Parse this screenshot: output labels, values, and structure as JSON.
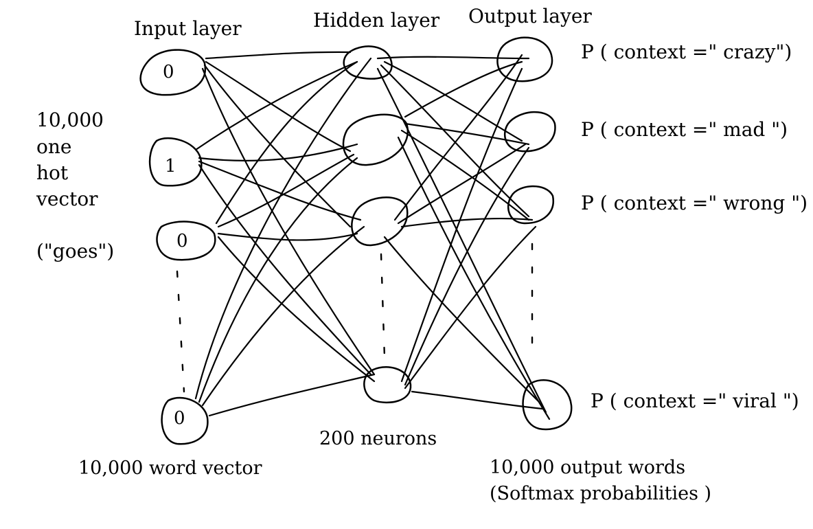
{
  "headers": {
    "input": "Input layer",
    "hidden": "Hidden layer",
    "output": "Output layer"
  },
  "left_note": {
    "line1": "10,000",
    "line2": "one",
    "line3": "hot",
    "line4": "vector",
    "line5": "(\"goes\")"
  },
  "input_nodes": [
    "0",
    "1",
    "0",
    "0"
  ],
  "outputs": [
    "P ( context =\" crazy\")",
    "P ( context =\" mad \")",
    "P ( context =\" wrong \")",
    "P ( context =\" viral \")"
  ],
  "footer": {
    "input": "10,000 word vector",
    "hidden": "200 neurons",
    "output_line1": "10,000 output words",
    "output_line2": "(Softmax probabilities )"
  }
}
